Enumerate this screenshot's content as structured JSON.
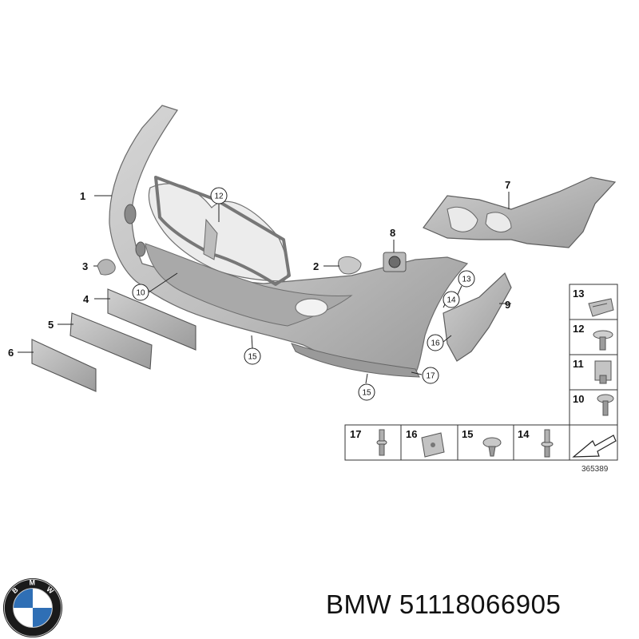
{
  "diagram": {
    "callouts_plain": [
      {
        "id": "c1",
        "label": "1"
      },
      {
        "id": "c2",
        "label": "2"
      },
      {
        "id": "c3",
        "label": "3"
      },
      {
        "id": "c4",
        "label": "4"
      },
      {
        "id": "c5",
        "label": "5"
      },
      {
        "id": "c6",
        "label": "6"
      },
      {
        "id": "c7",
        "label": "7"
      },
      {
        "id": "c8",
        "label": "8"
      },
      {
        "id": "c9",
        "label": "9"
      }
    ],
    "callouts_circled": [
      {
        "id": "r10",
        "label": "10"
      },
      {
        "id": "r12",
        "label": "12"
      },
      {
        "id": "r13",
        "label": "13"
      },
      {
        "id": "r14",
        "label": "14"
      },
      {
        "id": "r15a",
        "label": "15"
      },
      {
        "id": "r15b",
        "label": "15"
      },
      {
        "id": "r16",
        "label": "16"
      },
      {
        "id": "r17",
        "label": "17"
      }
    ],
    "side_table": [
      "13",
      "12",
      "11",
      "10"
    ],
    "bottom_table": [
      "17",
      "16",
      "15",
      "14"
    ],
    "reference_number": "365389"
  },
  "brand": {
    "logo_text": "BMW",
    "caption": "BMW 51118066905"
  },
  "colors": {
    "part_fill": "#c2c2c2",
    "part_dark": "#8d8d8d",
    "outline": "#555555",
    "logo_blue": "#2f6fb5",
    "logo_ring": "#1a1a1a"
  }
}
